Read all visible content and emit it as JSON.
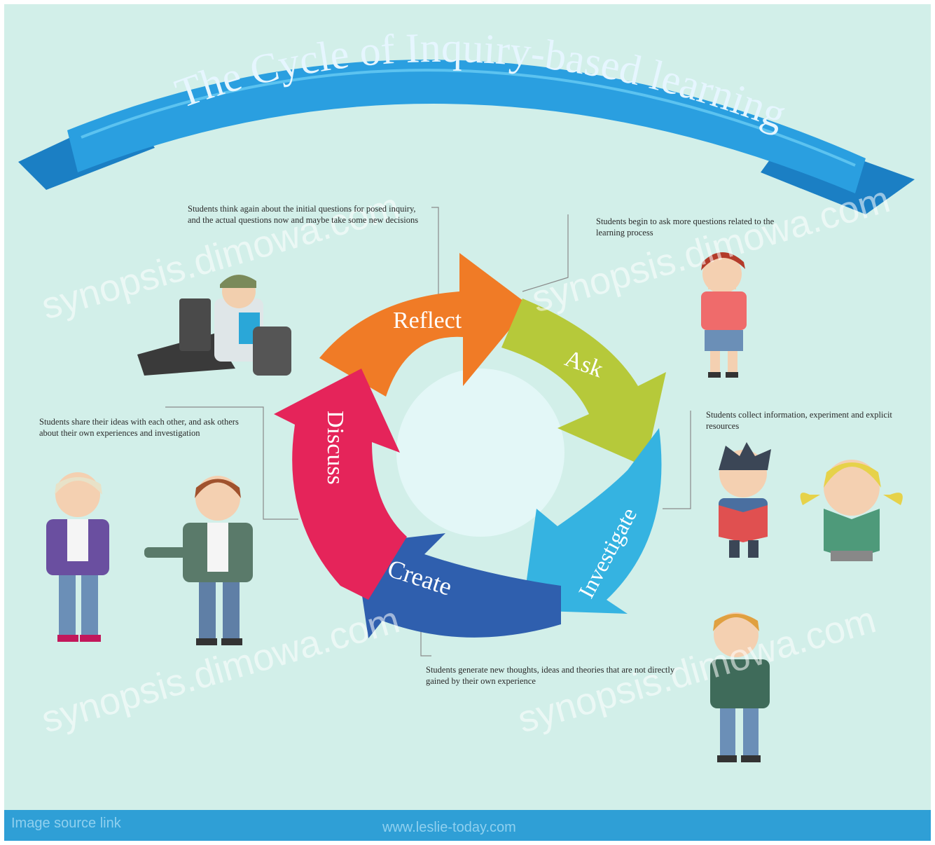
{
  "title": "The Cycle of Inquiry-based learning",
  "colors": {
    "background": "#d2efe9",
    "banner": "#2a9fe0",
    "banner_dark": "#1b7fc4",
    "reflect": "#f07b26",
    "ask": "#b6c93a",
    "investigate": "#35b3e1",
    "create": "#2f5fae",
    "discuss": "#e5245a",
    "footer": "#2f9fd6"
  },
  "stages": [
    {
      "label": "Reflect"
    },
    {
      "label": "Ask"
    },
    {
      "label": "Investigate"
    },
    {
      "label": "Create"
    },
    {
      "label": "Discuss"
    }
  ],
  "notes": {
    "reflect": "Students think again about the initial questions for posed inquiry, and the actual questions now and maybe take some new decisions",
    "ask": "Students begin to ask more questions related to the learning process",
    "investigate": "Students collect information, experiment and explicit resources",
    "create": "Students generate new thoughts, ideas and theories that are not directly gained by their own experience",
    "discuss": "Students share their ideas with each other, and ask others about their own experiences and investigation"
  },
  "watermark": "synopsis.dimowa.com",
  "footer": {
    "left": "Image source link",
    "center": "www.leslie-today.com"
  },
  "icons": [
    "student-reading-laptop-icon",
    "student-girl-thinking-icon",
    "student-boy-reading-icon",
    "student-girl-reading-icon",
    "student-elder-icon",
    "student-teacher-icon",
    "student-boy-thinking-icon"
  ]
}
